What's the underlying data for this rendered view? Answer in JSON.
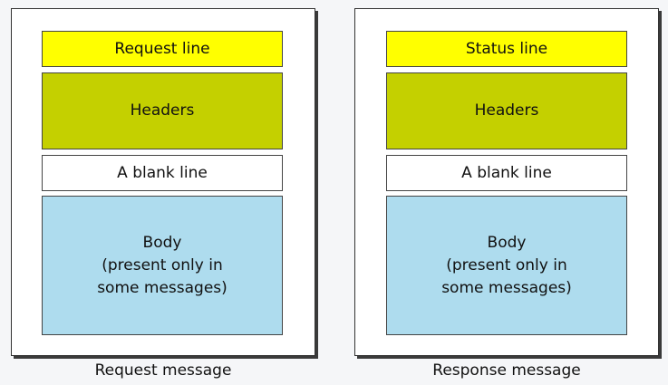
{
  "request": {
    "first_line": "Request line",
    "headers": "Headers",
    "blank_line": "A blank line",
    "body": "Body\n(present only in\nsome messages)",
    "caption": "Request message"
  },
  "response": {
    "first_line": "Status line",
    "headers": "Headers",
    "blank_line": "A blank line",
    "body": "Body\n(present only in\nsome messages)",
    "caption": "Response message"
  },
  "colors": {
    "first_line": "#ffff00",
    "headers": "#c4d000",
    "blank_line": "#ffffff",
    "body": "#aedcee"
  }
}
